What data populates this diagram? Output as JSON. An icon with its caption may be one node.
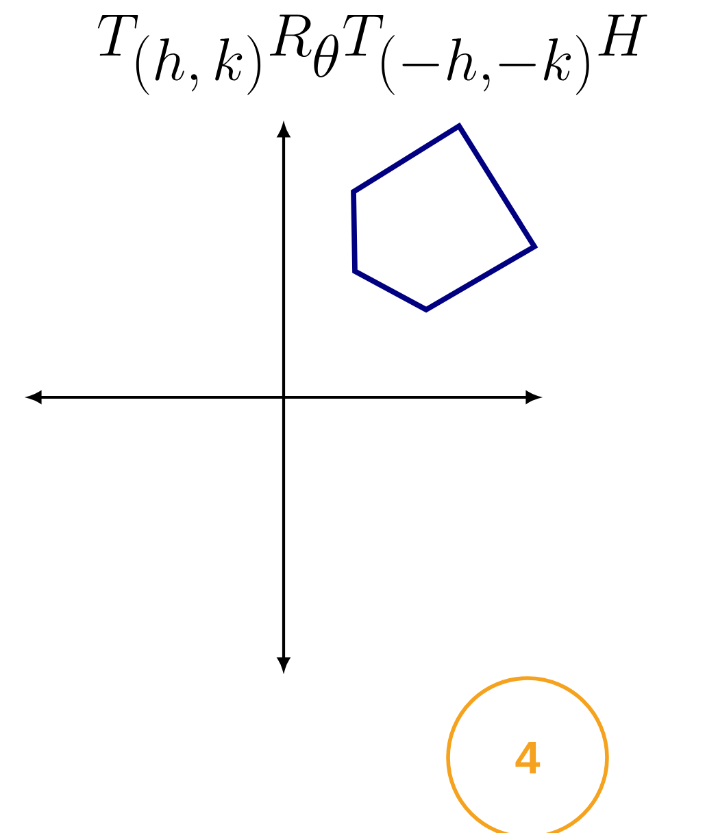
{
  "diagram": {
    "title": "T_{(h,\\,k)}R_{\\theta}T_{(-h,-k)}H",
    "nodes": [
      {
        "text": [],
        "shape": "pentagon"
      },
      {
        "text": [
          "4"
        ]
      }
    ]
  }
}
